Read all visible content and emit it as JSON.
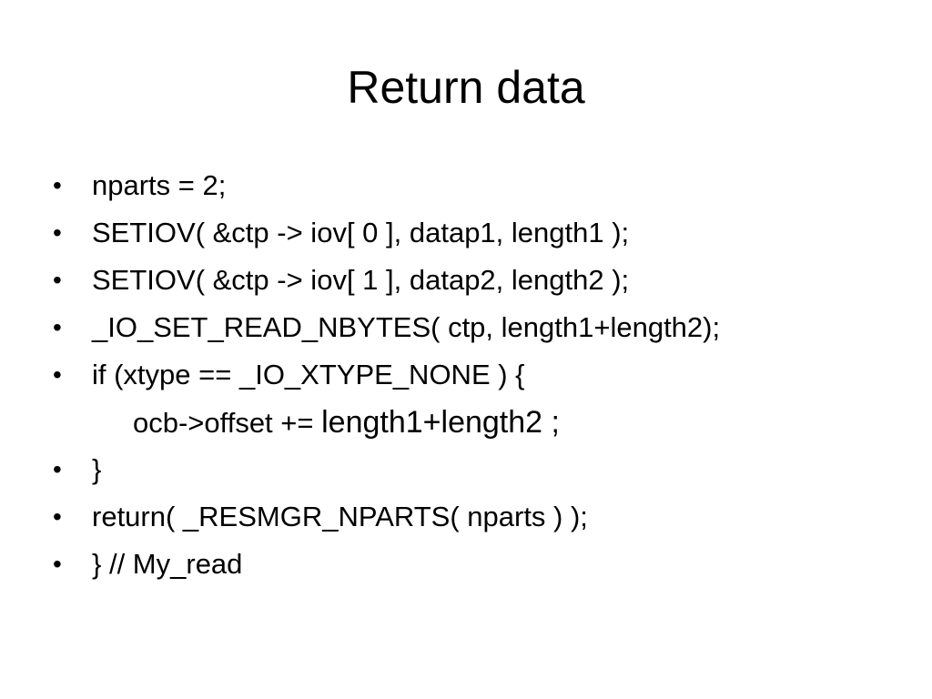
{
  "slide": {
    "title": "Return data",
    "bullet_symbol": "•",
    "lines": [
      {
        "text": "nparts = 2;"
      },
      {
        "text": "SETIOV( &ctp -> iov[ 0 ], datap1, length1 );"
      },
      {
        "text": "SETIOV( &ctp -> iov[ 1 ], datap2, length2 );"
      },
      {
        "text": "_IO_SET_READ_NBYTES( ctp, length1+length2);"
      },
      {
        "text": "if (xtype == _IO_XTYPE_NONE ) {"
      },
      {
        "text_part1": "ocb->offset += ",
        "text_part2": "length1+length2 ;"
      },
      {
        "text": "}"
      },
      {
        "text": "return( _RESMGR_NPARTS( nparts ) );"
      },
      {
        "text": "}  // My_read"
      }
    ]
  }
}
